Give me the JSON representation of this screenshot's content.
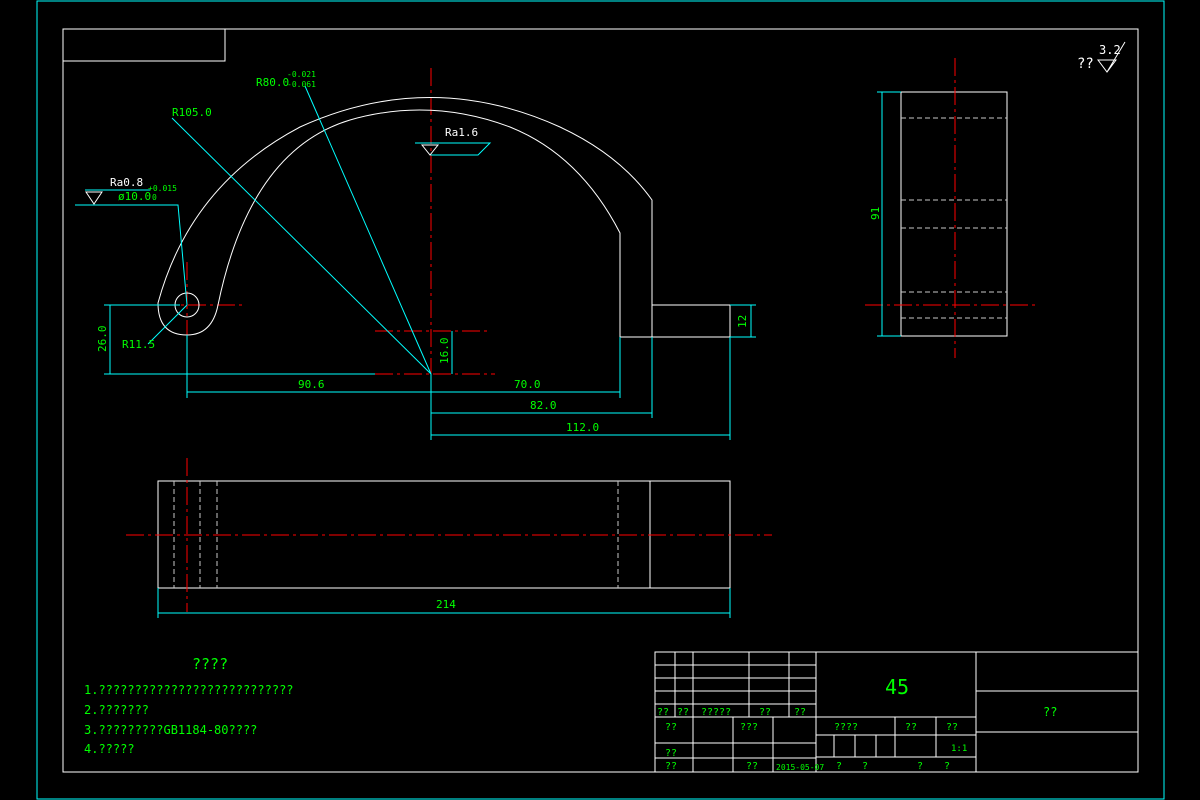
{
  "colors": {
    "background": "#000000",
    "outline": "#ffffff",
    "dimension": "#00ffff",
    "text": "#00ff00",
    "centerline": "#ff0000",
    "hidden": "#c8c8c8"
  },
  "surface_symbol": {
    "label": "??",
    "value": "3.2"
  },
  "annotations": {
    "r80": "R80.0",
    "r80_upper": "-0.021",
    "r80_lower": "-0.061",
    "r105": "R105.0",
    "ra16": "Ra1.6",
    "ra08": "Ra0.8",
    "dia10": "ø10.0",
    "dia10_upper": "+0.015",
    "dia10_lower": "0",
    "r115": "R11.5"
  },
  "dimensions": {
    "d26": "26.0",
    "d906": "90.6",
    "d16": "16.0",
    "d70": "70.0",
    "d82": "82.0",
    "d112": "112.0",
    "d12": "12",
    "d91": "91",
    "d214": "214"
  },
  "notes": {
    "title": "????",
    "items": [
      "1.???????????????????????????",
      "2.???????",
      "3.?????????GB1184-80????",
      "4.?????"
    ]
  },
  "title_block": {
    "material": "45",
    "part_name": "??",
    "row_labels": [
      "??",
      "??",
      "?????",
      "??",
      "??"
    ],
    "design": "??",
    "standardization": "???",
    "review": "??",
    "process": "??",
    "approve": "??",
    "date": "2015-05-07",
    "stage_label": "????",
    "weight_label": "??",
    "scale_label": "??",
    "scale": "1:1",
    "sheet_1": "?",
    "sheet_2": "?",
    "sheet_3": "?",
    "sheet_4": "?"
  }
}
